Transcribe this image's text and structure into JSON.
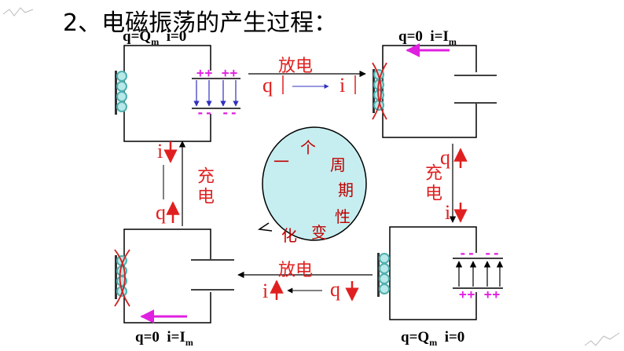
{
  "title": "2、电磁振荡的产生过程：",
  "states": {
    "top_left": {
      "q": "q=Q",
      "q_sub": "m",
      "i": "i=0"
    },
    "top_right": {
      "q": "q=0",
      "i": "i=I",
      "i_sub": "m"
    },
    "bottom_left": {
      "q": "q=0",
      "i": "i=I",
      "i_sub": "m"
    },
    "bottom_right": {
      "q": "q=Q",
      "q_sub": "m",
      "i": "i=0"
    }
  },
  "transitions": {
    "top": {
      "label": "放电",
      "q": "q",
      "i": "i"
    },
    "bottom": {
      "label": "放电",
      "i": "i",
      "q": "q"
    },
    "left": {
      "label": "充电",
      "i": "i",
      "q": "q"
    },
    "right": {
      "label": "充电",
      "q": "q",
      "i": "i"
    }
  },
  "plates": {
    "plus": "++ ++",
    "minus": "-- --"
  },
  "cycle": {
    "chars": [
      "一",
      "个",
      "周",
      "期",
      "性",
      "变",
      "化"
    ]
  },
  "colors": {
    "red": "#e02020",
    "magenta": "#e020e0",
    "blue": "#3030c0",
    "ellipse_fill": "#c6eef0",
    "ellipse_stroke": "#000000",
    "coil": "#50b0b0"
  }
}
